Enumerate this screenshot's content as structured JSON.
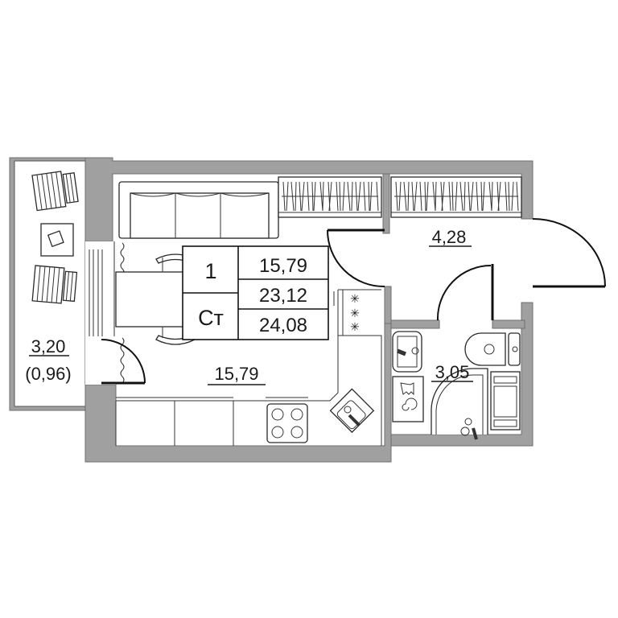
{
  "plan": {
    "type": "apartment-floor-plan",
    "rooms": [
      {
        "id": "living-kitchen",
        "area": "15,79"
      },
      {
        "id": "hallway",
        "area": "4,28"
      },
      {
        "id": "bathroom",
        "area": "3,05"
      },
      {
        "id": "balcony",
        "area": "3,20",
        "reduced_area": "(0,96)"
      }
    ],
    "summary": {
      "rooms_count": "1",
      "type_code": "Ст",
      "living_area": "15,79",
      "total_area": "23,12",
      "total_area_with_balcony": "24,08"
    }
  },
  "colors": {
    "wall": "#a0a0a0",
    "line": "#2a2a2a",
    "background": "#ffffff"
  }
}
